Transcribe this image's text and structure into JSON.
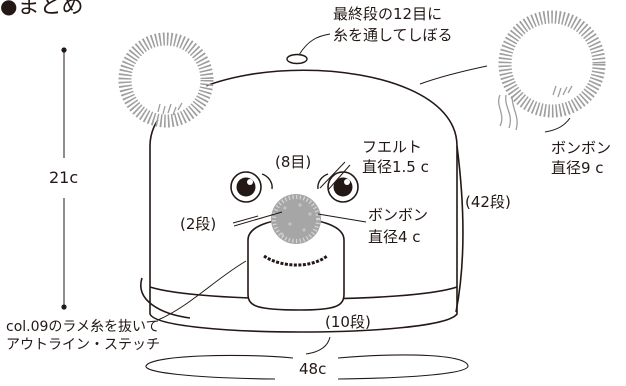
{
  "header": {
    "bullet": "●",
    "title": "まとめ"
  },
  "labels": {
    "top_note_line1": "最終段の12目に",
    "top_note_line2": "糸を通してしぼる",
    "height": "21c",
    "eye_stitches": "(8目)",
    "eye_rows": "(2段)",
    "felt_line1": "フエルト",
    "felt_line2": "直径1.5 c",
    "nose_pompom_line1": "ボンボン",
    "nose_pompom_line2": "直径4 c",
    "side_rows": "(42段)",
    "ear_pompom_line1": "ボンボン",
    "ear_pompom_line2": "直径9 c",
    "bottom_rows": "(10段)",
    "mouth_note_line1": "col.09のラメ糸を抜いて",
    "mouth_note_line2": "アウトライン・ステッチ",
    "width": "48c"
  },
  "colors": {
    "ink": "#231815",
    "pompom": "#9e9e9e",
    "nose": "#a6a6a6"
  }
}
